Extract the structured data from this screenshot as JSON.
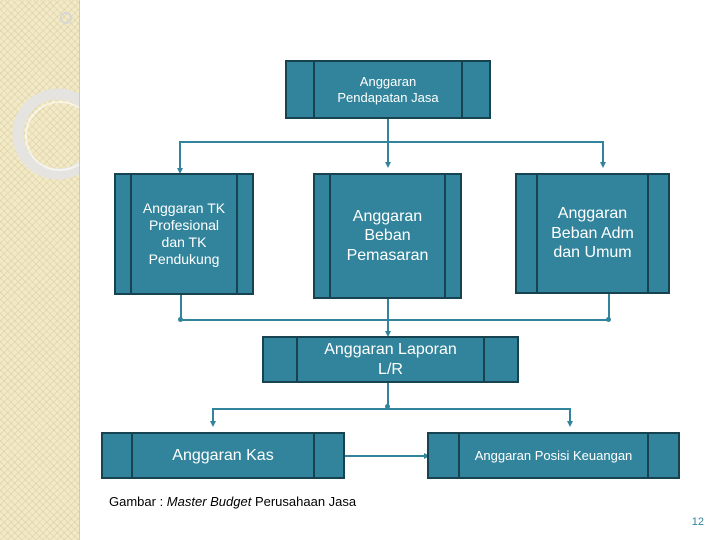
{
  "diagram": {
    "top": "Anggaran Pendapatan Jasa",
    "tk": "Anggaran TK Profesional dan TK Pendukung",
    "pemasaran": "Anggaran Beban Pemasaran",
    "adm": "Anggaran Beban Adm dan Umum",
    "laporan": "Anggaran Laporan L/R",
    "kas": "Anggaran Kas",
    "posisi": "Anggaran Posisi Keuangan"
  },
  "caption": {
    "prefix": "Gambar : ",
    "italic": "Master Budget",
    "suffix": " Perusahaan Jasa"
  },
  "page_number": "12",
  "colors": {
    "box_fill": "#31849b",
    "box_border": "#17424f",
    "box_text": "#ffffff",
    "sidebar": "#f2e9c6"
  }
}
